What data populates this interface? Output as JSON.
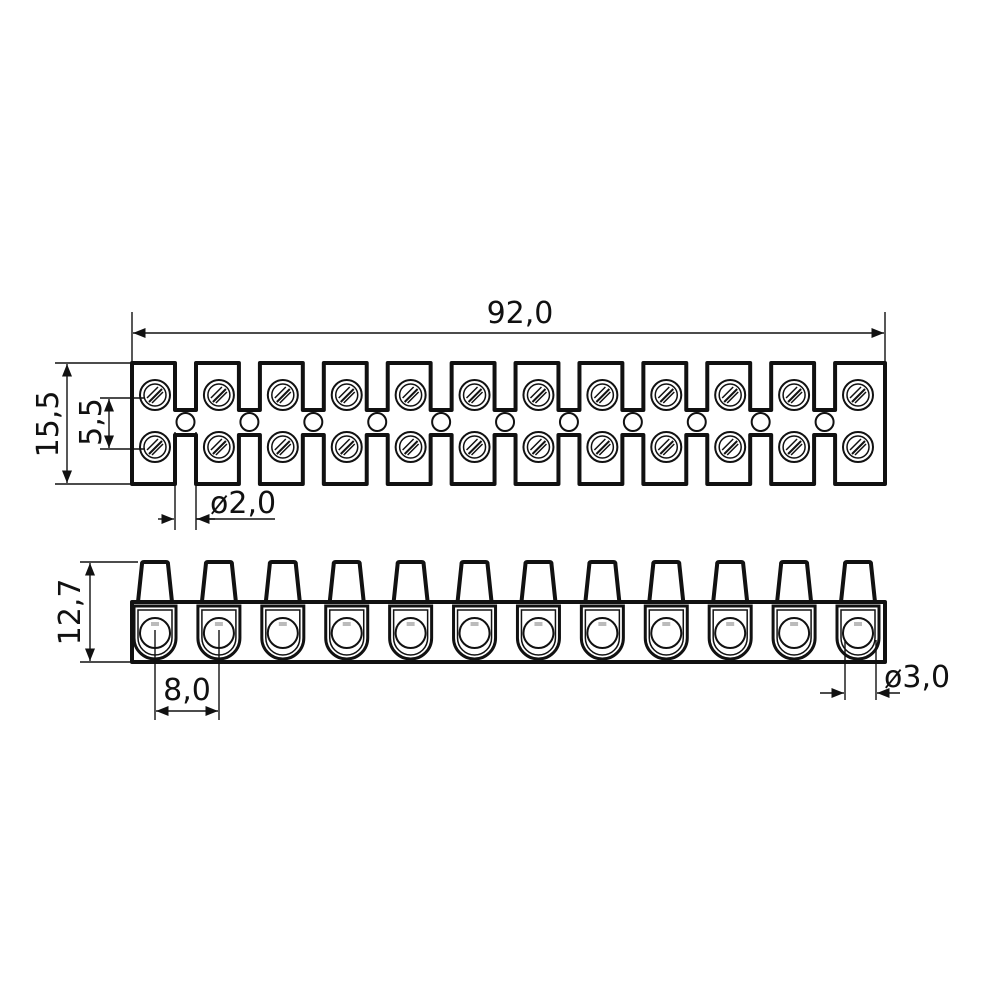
{
  "diagram": {
    "title": "Terminal block strip, 12 poles",
    "pole_count": 12,
    "dimensions": {
      "overall_length": "92,0",
      "height_top_view": "15,5",
      "screw_spacing": "5,5",
      "mounting_hole_diameter": "ø2,0",
      "height_side_view": "12,7",
      "pitch": "8,0",
      "wire_hole_diameter": "ø3,0"
    },
    "colors": {
      "line": "#111111",
      "background": "#ffffff"
    }
  }
}
